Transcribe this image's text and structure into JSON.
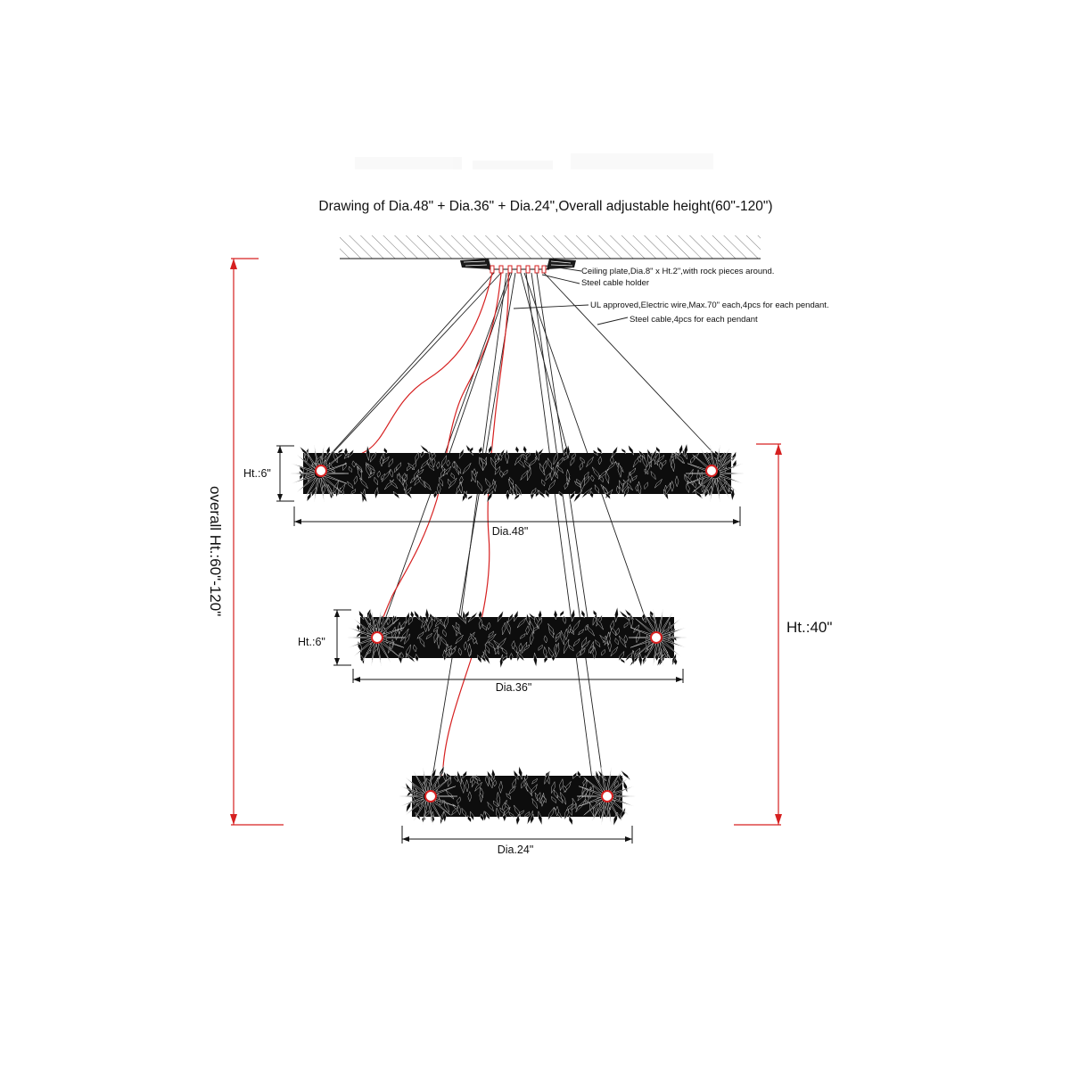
{
  "title": "Drawing of Dia.48\" + Dia.36\" + Dia.24\",Overall adjustable height(60\"-120\")",
  "notes": {
    "ceiling_plate": "Ceiling plate,Dia.8\" x Ht.2\",with rock pieces around.",
    "cable_holder": "Steel cable holder",
    "electric_wire": "UL approved,Electric wire,Max.70\" each,4pcs for each pendant.",
    "steel_cable": "Steel cable,4pcs for each pendant"
  },
  "dimensions": {
    "overall_height": "overall Ht.:60\"-120\"",
    "tier_height_total": "Ht.:40\"",
    "ring_large_height": "Ht.:6\"",
    "ring_large_dia": "Dia.48\"",
    "ring_mid_height": "Ht.:6\"",
    "ring_mid_dia": "Dia.36\"",
    "ring_small_dia": "Dia.24\""
  },
  "colors": {
    "line": "#111111",
    "dimension": "#d62020",
    "wire": "#d62020",
    "crystal": "#0d0d0d"
  }
}
